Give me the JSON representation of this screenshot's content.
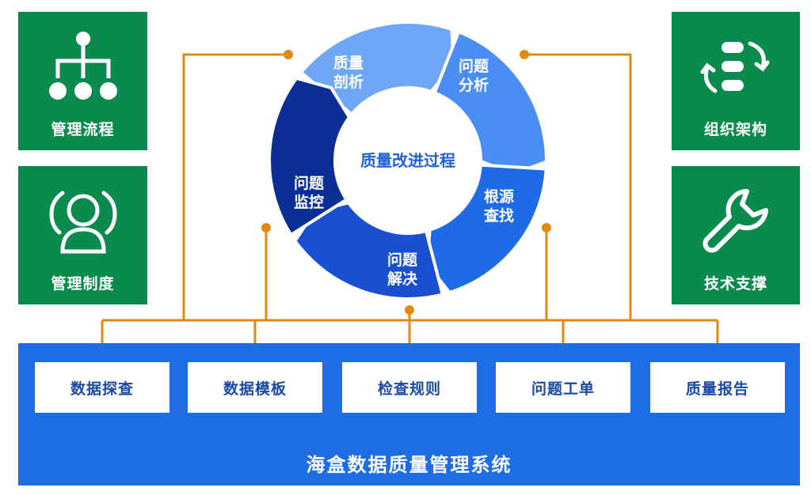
{
  "left_tiles": [
    {
      "label": "管理流程",
      "icon": "hierarchy-icon"
    },
    {
      "label": "管理制度",
      "icon": "users-icon"
    }
  ],
  "right_tiles": [
    {
      "label": "组织架构",
      "icon": "cycle-icon"
    },
    {
      "label": "技术支撑",
      "icon": "wrench-icon"
    }
  ],
  "cycle": {
    "center": "质量改进过程",
    "stages": [
      {
        "line1": "质量",
        "line2": "剖析",
        "color": "#6fa6f6"
      },
      {
        "line1": "问题",
        "line2": "分析",
        "color": "#4a8ef3"
      },
      {
        "line1": "根源",
        "line2": "查找",
        "color": "#1f6ae6"
      },
      {
        "line1": "问题",
        "line2": "解决",
        "color": "#1a4fd0"
      },
      {
        "line1": "问题",
        "line2": "监控",
        "color": "#0b2f94"
      }
    ]
  },
  "modules": [
    "数据探查",
    "数据模板",
    "检查规则",
    "问题工单",
    "质量报告"
  ],
  "system_title": "海盒数据质量管理系统",
  "colors": {
    "green_tile": "#0b8a4e",
    "connector": "#e08a14",
    "base_blue": "#1e6de3",
    "module_text": "#1a49a8"
  }
}
